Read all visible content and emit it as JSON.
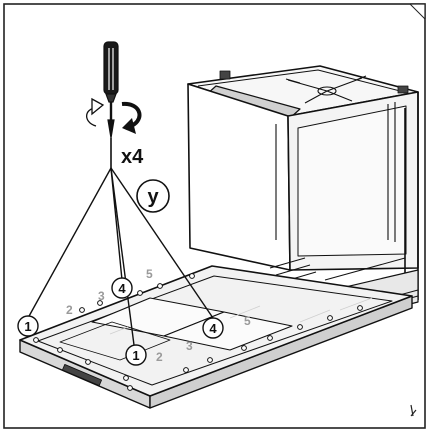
{
  "instruction": {
    "repeat": "x4",
    "callout": "y"
  },
  "markers": {
    "circled": [
      "1",
      "4",
      "4",
      "1"
    ],
    "plain": [
      "2",
      "3",
      "5",
      "5",
      "2",
      "3"
    ]
  },
  "icons": {
    "screwdriver": "screwdriver-icon",
    "rotate_counterclockwise": "rotate-ccw-arrow-icon",
    "rotate_clockwise": "rotate-cw-arrow-icon"
  },
  "colors": {
    "line": "#111111",
    "grey_label": "#9a9a9a",
    "panel_fill": "#f2f2f2",
    "door_fill": "#e6e6e6",
    "frame": "#222222"
  }
}
